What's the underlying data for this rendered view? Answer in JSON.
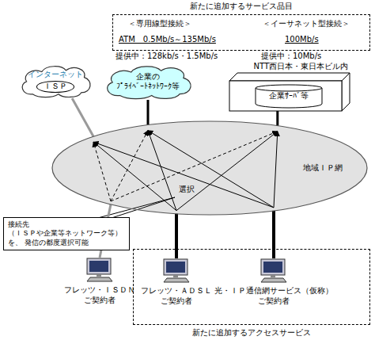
{
  "diagram": {
    "nodes": [
      {
        "text": [
          "新たに追加するサービス品目",
          "＜専用線型接続＞",
          "ATM　0.5Mb/s～135Mb/s",
          "＜イーサネット型接続＞",
          "100Mb/s"
        ]
      },
      {
        "text": [
          "インターネット",
          "ＩＳＰ"
        ]
      },
      {
        "text": [
          "企業の ﾌﾟﾗｲﾍﾞｰﾄﾈｯﾄﾜｰｸ等"
        ]
      },
      {
        "text": [
          "NTT西日本・東日本ビル内"
        ]
      },
      {
        "text": [
          "企業ｻｰﾊﾞ等"
        ],
        "in": 3
      },
      {
        "text": [
          "地域ＩＰ網"
        ]
      },
      {
        "text": [
          "接続先（ＩＳＰや企業等ネットワーク等）を、 発信の都度選択可能"
        ]
      },
      {
        "text": [
          "フレッツ・ＩＳＤＮ ご契約者"
        ]
      },
      {
        "text": [
          "新たに追加するアクセスサービス"
        ]
      },
      {
        "text": [
          "フレッツ・ＡＤＳＬ ご契約者"
        ],
        "in": 8
      },
      {
        "text": [
          "光・ＩＰ通信網サービス（仮称） ご契約者"
        ],
        "in": 8
      }
    ],
    "edges": [
      {
        "from": 1,
        "to": 5,
        "arrow": "none"
      },
      {
        "from": 2,
        "to": 5,
        "arrow": "none"
      },
      {
        "from": 3,
        "to": 5,
        "arrow": "none"
      },
      {
        "from": 7,
        "to": 5,
        "arrow": "none"
      },
      {
        "from": 9,
        "to": 5,
        "arrow": "none"
      },
      {
        "from": 10,
        "to": 5,
        "arrow": "none"
      }
    ],
    "labels": [
      "選択",
      "提供中：128kb/s・1.5Mb/s",
      "提供中：10Mb/s"
    ]
  }
}
